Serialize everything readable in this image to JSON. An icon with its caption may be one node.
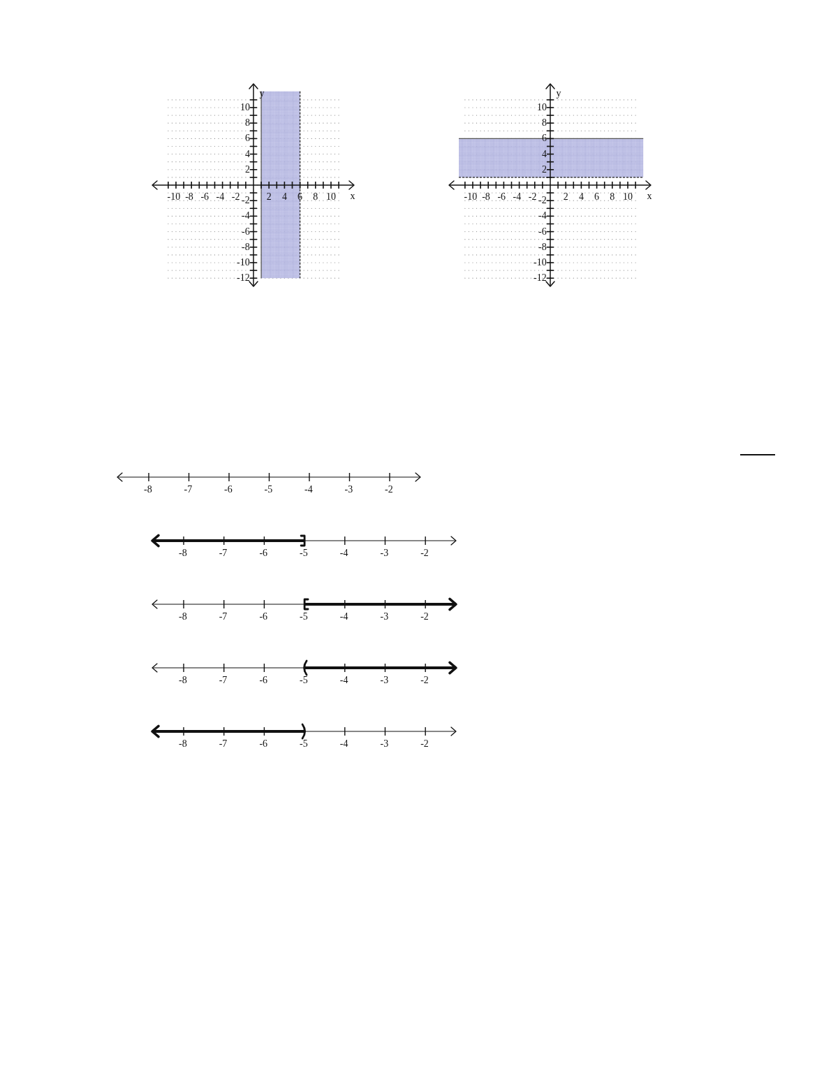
{
  "diagram": {
    "labels": [
      "y",
      "10",
      "8",
      "6",
      "4",
      "2",
      "-10",
      "-8",
      "-6",
      "-4",
      "-2",
      "2",
      "4",
      "6",
      "8",
      "10",
      "x",
      "-2",
      "-4",
      "-6",
      "-8",
      "-10",
      "-12",
      "y",
      "10",
      "8",
      "6",
      "4",
      "2",
      "-10",
      "-8",
      "-6",
      "-4",
      "-2",
      "2",
      "4",
      "6",
      "8",
      "10",
      "x",
      "-2",
      "-4",
      "-6",
      "-8",
      "-10",
      "-12",
      "-8",
      "-7",
      "-6",
      "-5",
      "-4",
      "-3",
      "-2",
      "-8",
      "-7",
      "-6",
      "-5",
      "-4",
      "-3",
      "-2",
      "-8",
      "-7",
      "-6",
      "-5",
      "-4",
      "-3",
      "-2",
      "-8",
      "-7",
      "-6",
      "-5",
      "-4",
      "-3",
      "-2",
      "-8",
      "-7",
      "-6",
      "-5",
      "-4",
      "-3",
      "-2"
    ]
  }
}
